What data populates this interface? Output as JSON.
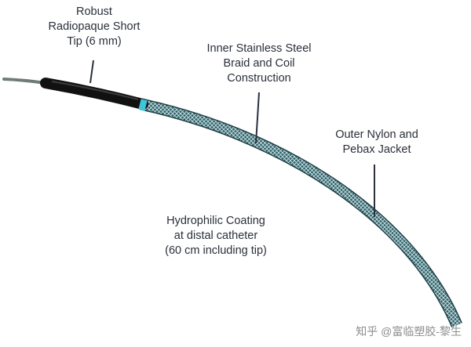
{
  "labels": {
    "tip": [
      "Robust",
      "Radiopaque Short",
      "Tip (6 mm)"
    ],
    "braid": [
      "Inner Stainless Steel",
      "Braid and Coil",
      "Construction"
    ],
    "jacket": [
      "Outer Nylon and",
      "Pebax Jacket"
    ],
    "coating": [
      "Hydrophilic Coating",
      "at distal catheter",
      "(60 cm including tip)"
    ]
  },
  "watermark": "知乎 @富临塑胶-黎生",
  "colors": {
    "guidewire": "#6f7b78",
    "tip": "#111111",
    "catheter_body": "#2f5f68",
    "braid": "#cfe6e6",
    "accent": "#3ec6d6",
    "leader_line": "#2b3040",
    "text": "#2a2f3a"
  }
}
